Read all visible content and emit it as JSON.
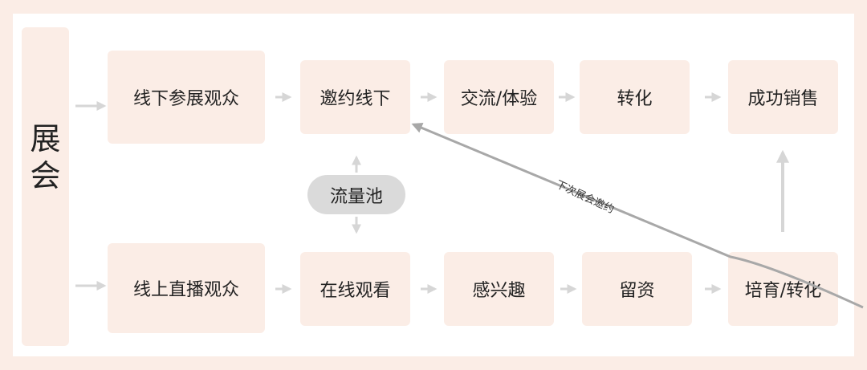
{
  "left_label": "展\n会",
  "nodes": {
    "offline_audience": "线下参展观众",
    "invite_offline": "邀约线下",
    "exchange_experience": "交流/体验",
    "convert": "转化",
    "successful_sale": "成功销售",
    "online_audience": "线上直播观众",
    "watch_online": "在线观看",
    "interested": "感兴趣",
    "leave_contact": "留资",
    "nurture_convert": "培育/转化"
  },
  "pool_label": "流量池",
  "next_invite_label": "下次展会邀约",
  "colors": {
    "background": "#fbede6",
    "panel": "#ffffff",
    "node": "#fbede6",
    "arrow": "#d6d6d6",
    "curve": "#a8a8a8",
    "pool": "#dadada"
  }
}
